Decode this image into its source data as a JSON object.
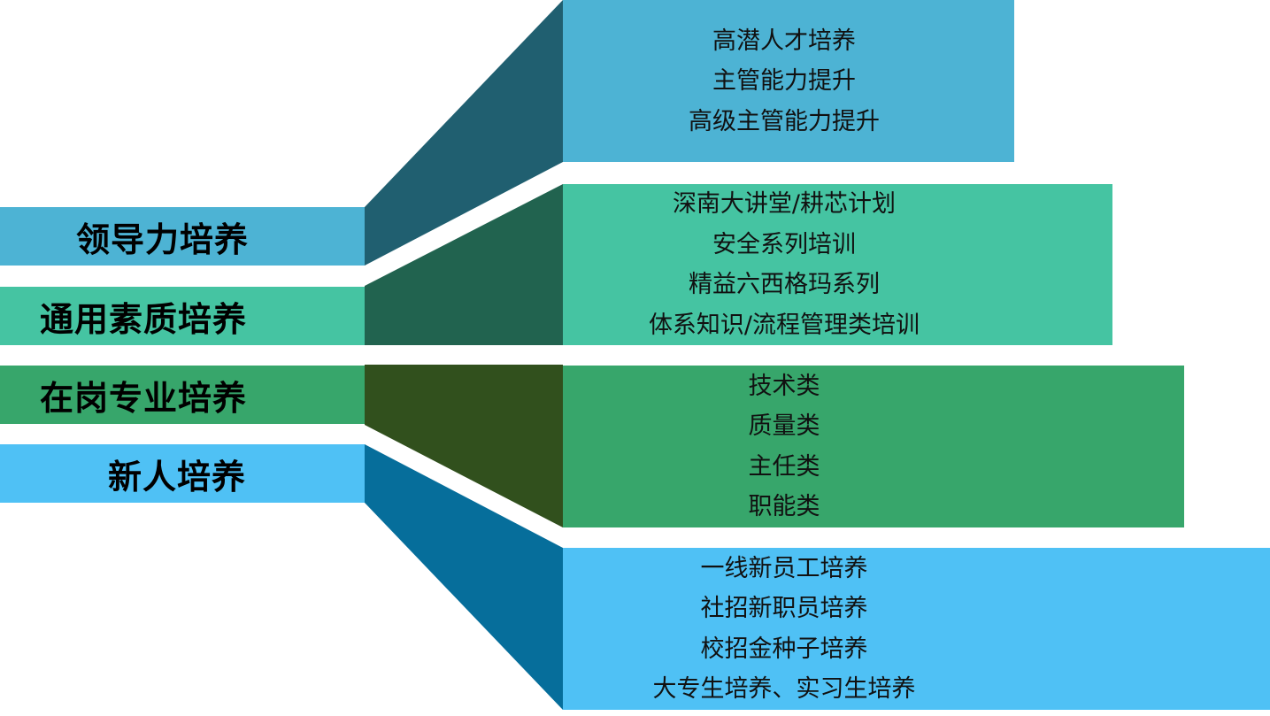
{
  "colors": {
    "leadership": "#4db3d4",
    "leadership_connector": "#205f70",
    "general": "#45c4a2",
    "general_connector": "#21634f",
    "onjob": "#37a66b",
    "onjob_connector": "#31501d",
    "newhire": "#4fc1f5",
    "newhire_connector": "#066e9b"
  },
  "categories": [
    {
      "id": "leadership",
      "label": "领导力培养"
    },
    {
      "id": "general",
      "label": "通用素质培养"
    },
    {
      "id": "onjob",
      "label": "在岗专业培养"
    },
    {
      "id": "newhire",
      "label": "新人培养"
    }
  ],
  "panels": [
    {
      "id": "leadership",
      "items": [
        "高潜人才培养",
        "主管能力提升",
        "高级主管能力提升"
      ]
    },
    {
      "id": "general",
      "items": [
        "深南大讲堂/耕芯计划",
        "安全系列培训",
        "精益六西格玛系列",
        "体系知识/流程管理类培训"
      ]
    },
    {
      "id": "onjob",
      "items": [
        "技术类",
        "质量类",
        "主任类",
        "职能类"
      ]
    },
    {
      "id": "newhire",
      "items": [
        "一线新员工培养",
        "社招新职员培养",
        "校招金种子培养",
        "大专生培养、实习生培养"
      ]
    }
  ]
}
